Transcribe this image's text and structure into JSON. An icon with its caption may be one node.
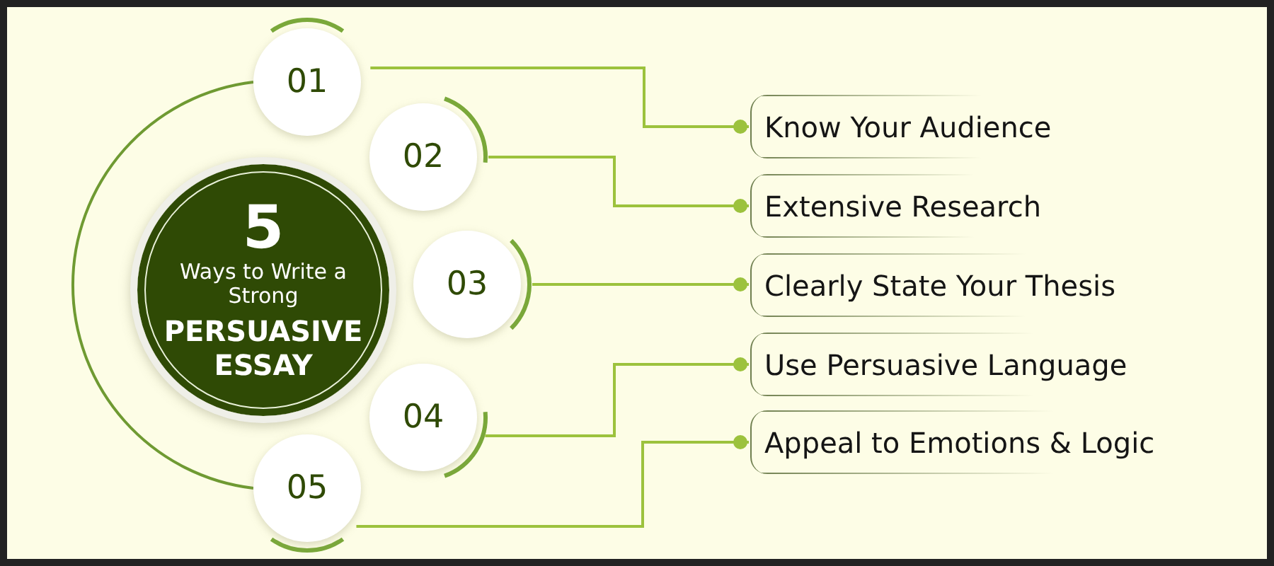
{
  "diagram": {
    "nodes": [
      {
        "text": [
          "5",
          "Ways to Write a Strong",
          "PERSUASIVE ESSAY"
        ]
      },
      {
        "text": [
          "01"
        ]
      },
      {
        "text": [
          "02"
        ]
      },
      {
        "text": [
          "03"
        ]
      },
      {
        "text": [
          "04"
        ]
      },
      {
        "text": [
          "05"
        ]
      },
      {
        "text": [
          "Know Your Audience"
        ]
      },
      {
        "text": [
          "Extensive Research"
        ]
      },
      {
        "text": [
          "Clearly State Your Thesis"
        ]
      },
      {
        "text": [
          "Use Persuasive Language"
        ]
      },
      {
        "text": [
          "Appeal to Emotions & Logic"
        ]
      }
    ],
    "edges": [
      {
        "from": 1,
        "to": 6,
        "arrow": "other"
      },
      {
        "from": 2,
        "to": 7,
        "arrow": "other"
      },
      {
        "from": 3,
        "to": 8,
        "arrow": "other"
      },
      {
        "from": 4,
        "to": 9,
        "arrow": "other"
      },
      {
        "from": 5,
        "to": 10,
        "arrow": "other"
      },
      {
        "from": 1,
        "to": 5,
        "arrow": "none"
      }
    ]
  }
}
